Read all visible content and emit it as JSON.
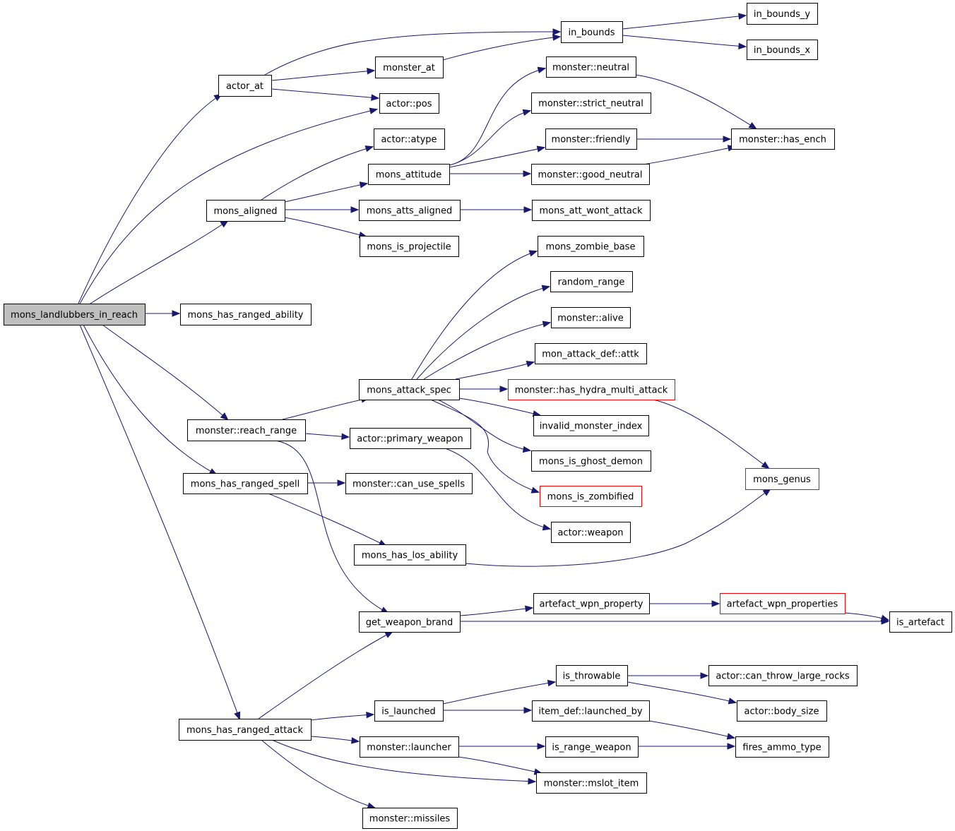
{
  "graph": {
    "kind": "call-graph",
    "root": "mons_landlubbers_in_reach",
    "colors": {
      "edge": "#191970",
      "border_normal": "#000000",
      "border_truncated": "#ff0000",
      "root_fill": "#bfbfbf"
    },
    "nodes": {
      "n0": {
        "label": "mons_landlubbers_in_reach"
      },
      "n1": {
        "label": "actor_at"
      },
      "n2": {
        "label": "in_bounds"
      },
      "n3": {
        "label": "in_bounds_y"
      },
      "n4": {
        "label": "in_bounds_x"
      },
      "n5": {
        "label": "monster_at"
      },
      "n6": {
        "label": "actor::pos"
      },
      "n7": {
        "label": "mons_aligned"
      },
      "n8": {
        "label": "actor::atype"
      },
      "n9": {
        "label": "mons_attitude"
      },
      "n10": {
        "label": "monster::neutral"
      },
      "n11": {
        "label": "monster::has_ench"
      },
      "n12": {
        "label": "monster::strict_neutral"
      },
      "n13": {
        "label": "monster::friendly"
      },
      "n14": {
        "label": "monster::good_neutral"
      },
      "n15": {
        "label": "mons_atts_aligned"
      },
      "n16": {
        "label": "mons_att_wont_attack"
      },
      "n17": {
        "label": "mons_is_projectile"
      },
      "n18": {
        "label": "mons_has_ranged_ability"
      },
      "n19": {
        "label": "monster::reach_range"
      },
      "n20": {
        "label": "mons_attack_spec"
      },
      "n21": {
        "label": "mons_zombie_base"
      },
      "n22": {
        "label": "random_range"
      },
      "n23": {
        "label": "monster::alive"
      },
      "n24": {
        "label": "mon_attack_def::attk"
      },
      "n25": {
        "label": "monster::has_hydra_multi_attack"
      },
      "n26": {
        "label": "mons_genus"
      },
      "n27": {
        "label": "invalid_monster_index"
      },
      "n28": {
        "label": "mons_is_ghost_demon"
      },
      "n29": {
        "label": "mons_is_zombified"
      },
      "n30": {
        "label": "actor::primary_weapon"
      },
      "n31": {
        "label": "actor::weapon"
      },
      "n32": {
        "label": "get_weapon_brand"
      },
      "n33": {
        "label": "artefact_wpn_property"
      },
      "n34": {
        "label": "artefact_wpn_properties"
      },
      "n35": {
        "label": "is_artefact"
      },
      "n36": {
        "label": "mons_has_ranged_spell"
      },
      "n37": {
        "label": "monster::can_use_spells"
      },
      "n38": {
        "label": "mons_has_los_ability"
      },
      "n39": {
        "label": "mons_has_ranged_attack"
      },
      "n40": {
        "label": "is_launched"
      },
      "n41": {
        "label": "is_throwable"
      },
      "n42": {
        "label": "actor::can_throw_large_rocks"
      },
      "n43": {
        "label": "actor::body_size"
      },
      "n44": {
        "label": "item_def::launched_by"
      },
      "n45": {
        "label": "fires_ammo_type"
      },
      "n46": {
        "label": "monster::launcher"
      },
      "n47": {
        "label": "is_range_weapon"
      },
      "n48": {
        "label": "monster::mslot_item"
      },
      "n49": {
        "label": "monster::missiles"
      }
    },
    "truncated_nodes": [
      "monster::has_hydra_multi_attack",
      "mons_genus",
      "mons_is_zombified",
      "artefact_wpn_properties"
    ],
    "edges": [
      [
        "mons_landlubbers_in_reach",
        "actor_at"
      ],
      [
        "mons_landlubbers_in_reach",
        "actor::pos"
      ],
      [
        "mons_landlubbers_in_reach",
        "mons_aligned"
      ],
      [
        "mons_landlubbers_in_reach",
        "mons_has_ranged_ability"
      ],
      [
        "mons_landlubbers_in_reach",
        "monster::reach_range"
      ],
      [
        "mons_landlubbers_in_reach",
        "mons_has_ranged_spell"
      ],
      [
        "mons_landlubbers_in_reach",
        "mons_has_ranged_attack"
      ],
      [
        "actor_at",
        "in_bounds"
      ],
      [
        "actor_at",
        "monster_at"
      ],
      [
        "actor_at",
        "actor::pos"
      ],
      [
        "in_bounds",
        "in_bounds_y"
      ],
      [
        "in_bounds",
        "in_bounds_x"
      ],
      [
        "monster_at",
        "in_bounds"
      ],
      [
        "mons_aligned",
        "actor::atype"
      ],
      [
        "mons_aligned",
        "mons_attitude"
      ],
      [
        "mons_aligned",
        "mons_atts_aligned"
      ],
      [
        "mons_aligned",
        "mons_is_projectile"
      ],
      [
        "mons_attitude",
        "monster::neutral"
      ],
      [
        "mons_attitude",
        "monster::strict_neutral"
      ],
      [
        "mons_attitude",
        "monster::friendly"
      ],
      [
        "mons_attitude",
        "monster::good_neutral"
      ],
      [
        "monster::neutral",
        "monster::has_ench"
      ],
      [
        "monster::friendly",
        "monster::has_ench"
      ],
      [
        "monster::good_neutral",
        "monster::has_ench"
      ],
      [
        "mons_atts_aligned",
        "mons_att_wont_attack"
      ],
      [
        "monster::reach_range",
        "mons_attack_spec"
      ],
      [
        "monster::reach_range",
        "actor::primary_weapon"
      ],
      [
        "monster::reach_range",
        "get_weapon_brand"
      ],
      [
        "mons_attack_spec",
        "mons_zombie_base"
      ],
      [
        "mons_attack_spec",
        "random_range"
      ],
      [
        "mons_attack_spec",
        "monster::alive"
      ],
      [
        "mons_attack_spec",
        "mon_attack_def::attk"
      ],
      [
        "mons_attack_spec",
        "monster::has_hydra_multi_attack"
      ],
      [
        "mons_attack_spec",
        "invalid_monster_index"
      ],
      [
        "mons_attack_spec",
        "mons_is_ghost_demon"
      ],
      [
        "mons_attack_spec",
        "mons_is_zombified"
      ],
      [
        "monster::has_hydra_multi_attack",
        "mons_genus"
      ],
      [
        "actor::primary_weapon",
        "actor::weapon"
      ],
      [
        "get_weapon_brand",
        "artefact_wpn_property"
      ],
      [
        "get_weapon_brand",
        "is_artefact"
      ],
      [
        "artefact_wpn_property",
        "artefact_wpn_properties"
      ],
      [
        "artefact_wpn_properties",
        "is_artefact"
      ],
      [
        "mons_has_ranged_spell",
        "monster::can_use_spells"
      ],
      [
        "mons_has_ranged_spell",
        "mons_has_los_ability"
      ],
      [
        "mons_has_los_ability",
        "mons_genus"
      ],
      [
        "mons_has_ranged_attack",
        "get_weapon_brand"
      ],
      [
        "mons_has_ranged_attack",
        "is_launched"
      ],
      [
        "mons_has_ranged_attack",
        "monster::launcher"
      ],
      [
        "mons_has_ranged_attack",
        "monster::mslot_item"
      ],
      [
        "mons_has_ranged_attack",
        "monster::missiles"
      ],
      [
        "is_launched",
        "is_throwable"
      ],
      [
        "is_launched",
        "item_def::launched_by"
      ],
      [
        "is_throwable",
        "actor::can_throw_large_rocks"
      ],
      [
        "is_throwable",
        "actor::body_size"
      ],
      [
        "item_def::launched_by",
        "fires_ammo_type"
      ],
      [
        "monster::launcher",
        "is_range_weapon"
      ],
      [
        "monster::launcher",
        "monster::mslot_item"
      ],
      [
        "is_range_weapon",
        "fires_ammo_type"
      ]
    ]
  }
}
